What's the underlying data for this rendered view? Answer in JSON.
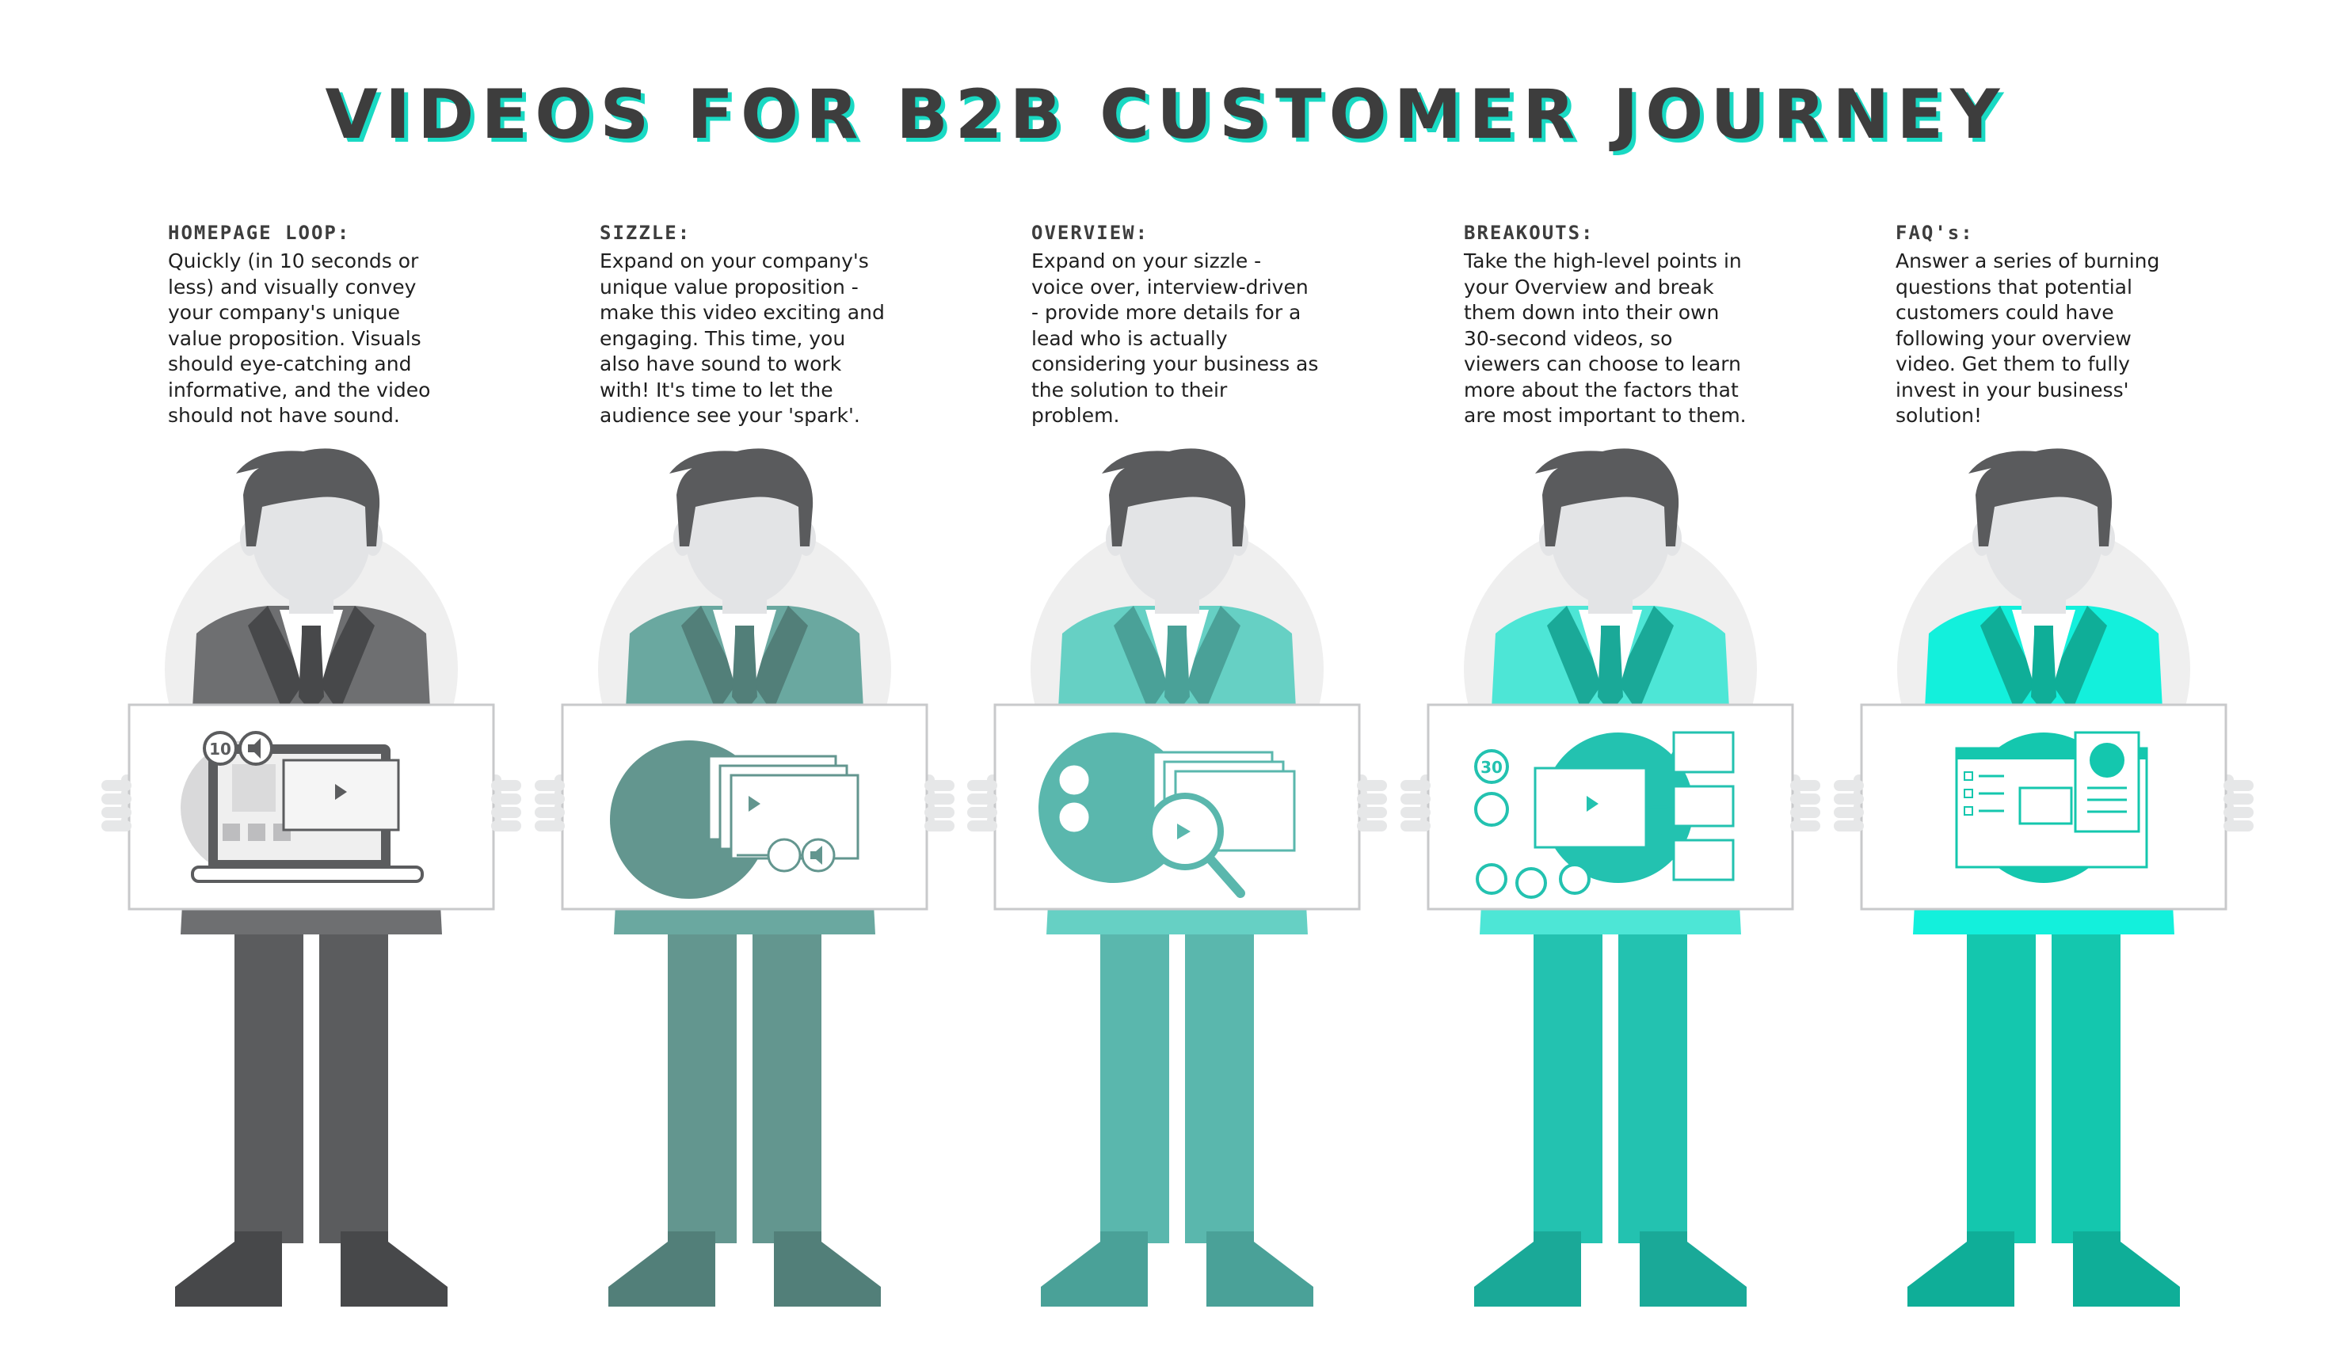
{
  "title": "VIDEOS FOR B2B CUSTOMER JOURNEY",
  "stages": [
    {
      "heading": "HOMEPAGE LOOP:",
      "lines": [
        "Quickly (in 10 seconds or",
        "less) and visually convey",
        "your company's unique",
        "value proposition. Visuals",
        "should eye-catching and",
        "informative, and the video",
        "should not have sound."
      ],
      "color": "#5b5c5e",
      "dark": "#47484a",
      "jacket": "#6e6f71",
      "board_icon": "laptop-icon",
      "badge_text": "10"
    },
    {
      "heading": "SIZZLE:",
      "lines": [
        "Expand on your company's",
        "unique value proposition -",
        "make this video exciting and",
        "engaging. This time, you",
        "also have sound to work",
        "with! It's time to let the",
        "audience see your 'spark'."
      ],
      "color": "#63968f",
      "dark": "#527f79",
      "jacket": "#6aa8a0",
      "board_icon": "video-stack-icon"
    },
    {
      "heading": "OVERVIEW:",
      "lines": [
        "Expand on your sizzle -",
        "voice over, interview-driven",
        "- provide more details for a",
        "lead who is actually",
        "considering your business as",
        "the solution to their",
        "problem."
      ],
      "color": "#5ab7ad",
      "dark": "#4aa198",
      "jacket": "#66d0c4",
      "board_icon": "magnifier-icon"
    },
    {
      "heading": "BREAKOUTS:",
      "lines": [
        "Take the high-level points in",
        "your Overview and break",
        "them down into their own",
        "30-second videos, so",
        "viewers can choose to learn",
        "more about the factors that",
        "are most important to them."
      ],
      "color": "#23c2b0",
      "dark": "#1aa998",
      "jacket": "#4de6d6",
      "board_icon": "video-tree-icon",
      "badge_text": "30"
    },
    {
      "heading": "FAQ's:",
      "lines": [
        "Answer a series of burning",
        "questions that potential",
        "customers could have",
        "following your overview",
        "video. Get them to fully",
        "invest in your business'",
        "solution!"
      ],
      "color": "#14c7ae",
      "dark": "#0fae98",
      "jacket": "#13f0dc",
      "board_icon": "document-globe-icon"
    }
  ]
}
